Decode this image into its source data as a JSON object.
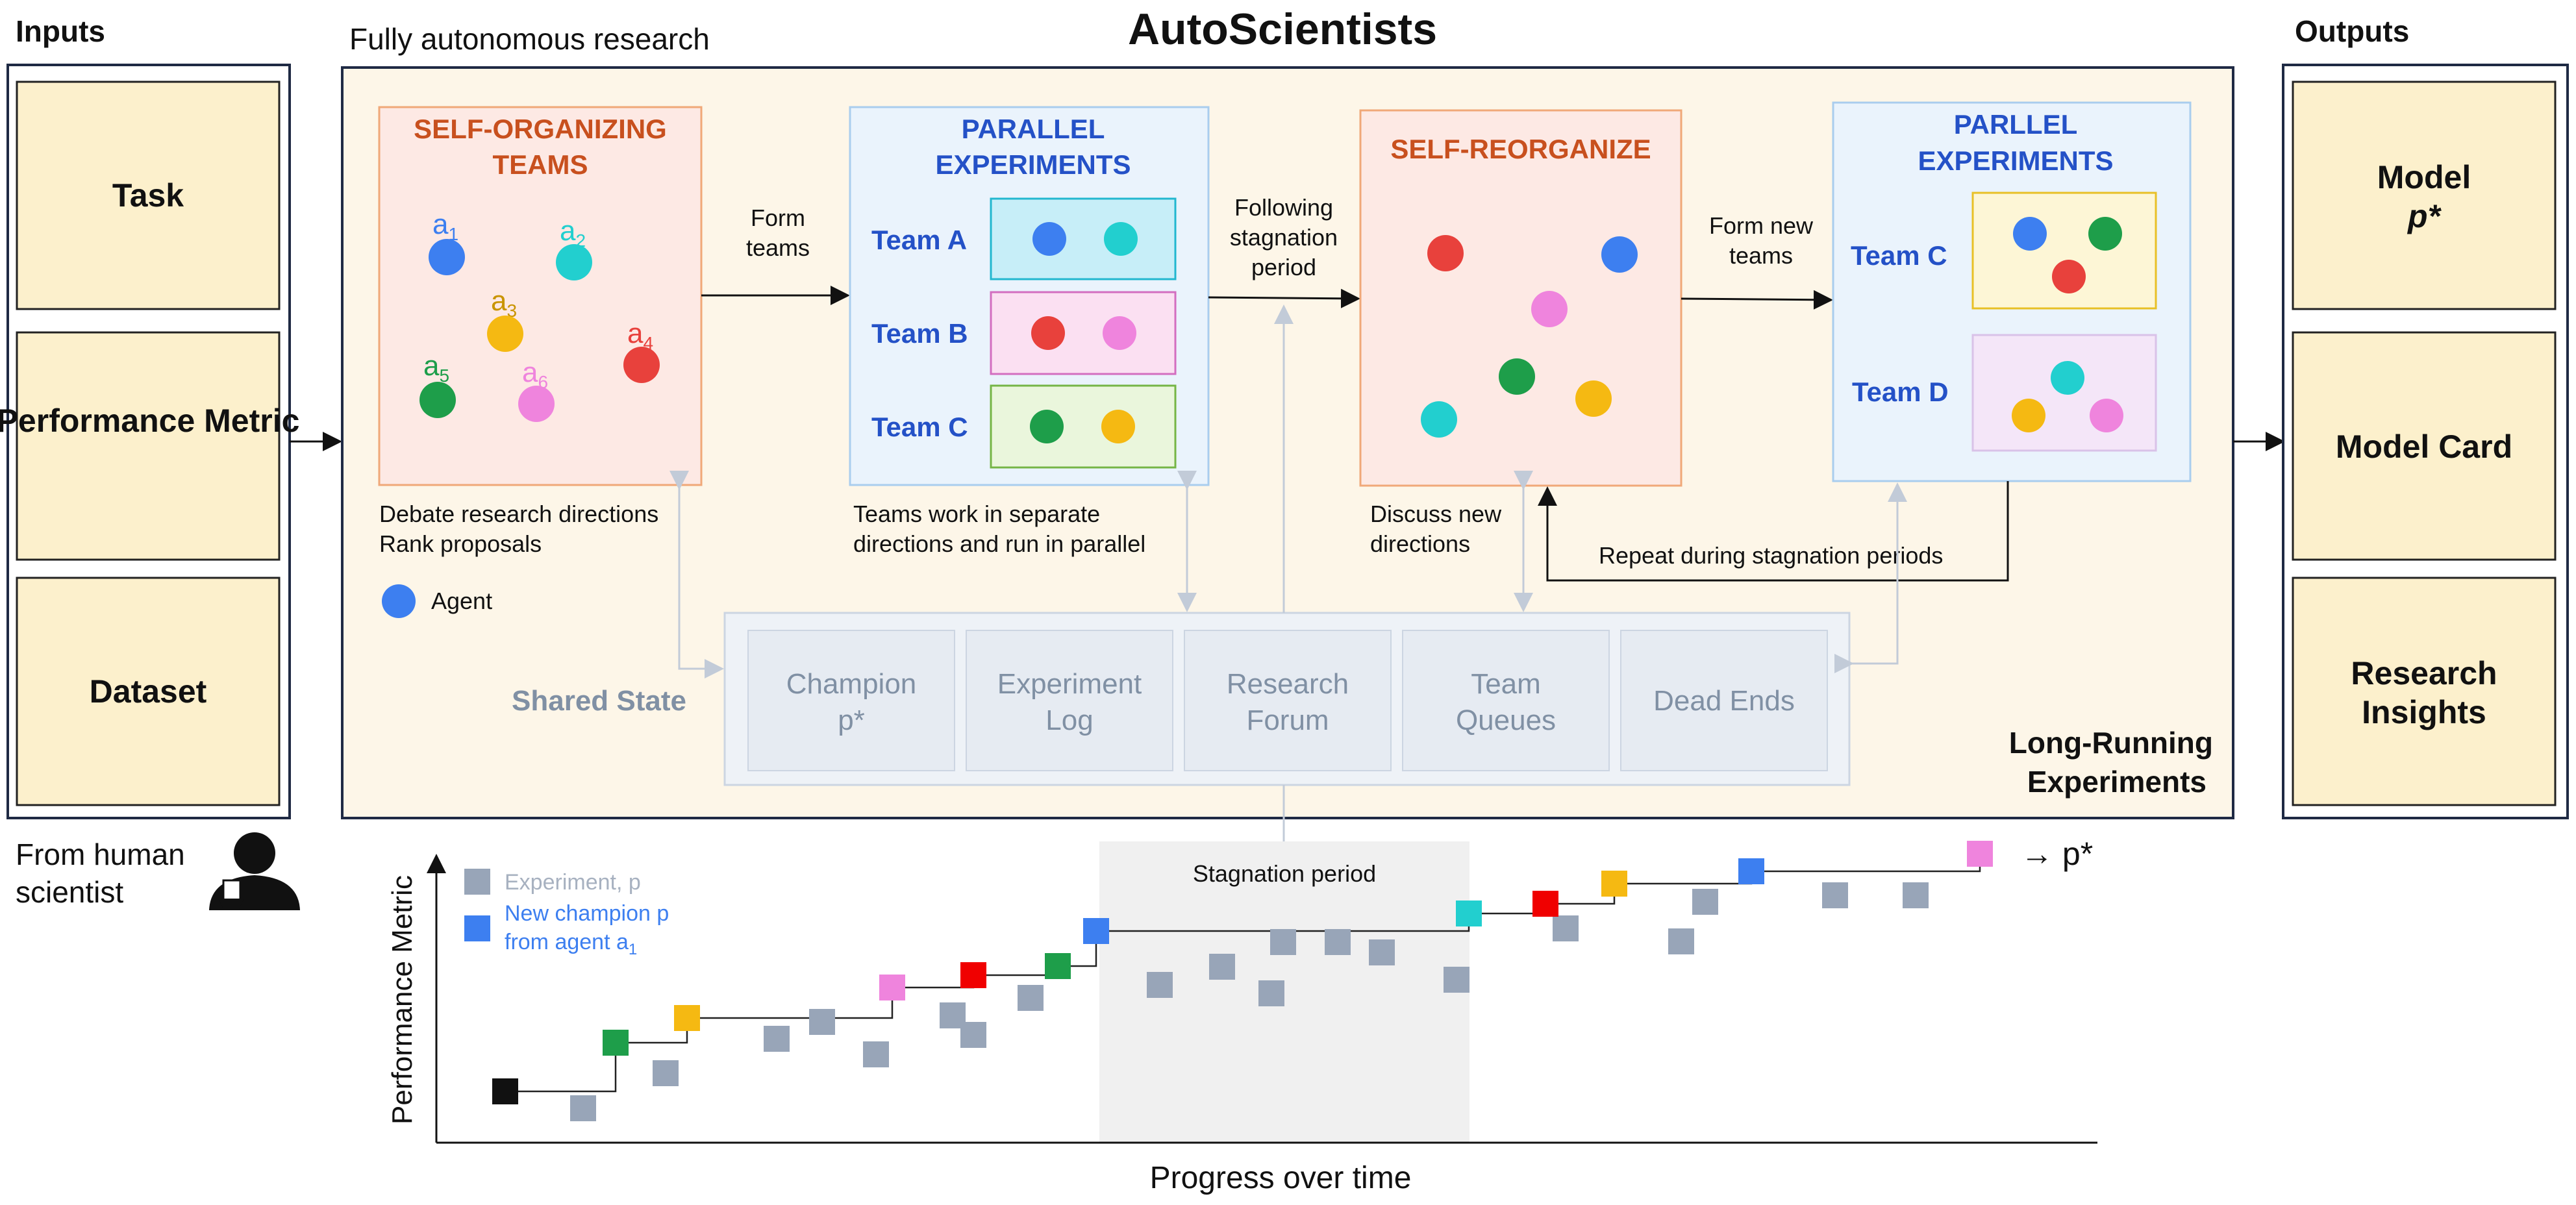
{
  "title": "AutoScientists",
  "inputs": {
    "heading": "Inputs",
    "items": [
      "Task",
      "Performance Metric",
      "Dataset"
    ],
    "source": {
      "line1": "From human",
      "line2": "scientist"
    }
  },
  "outputs": {
    "heading": "Outputs",
    "model": {
      "line1": "Model",
      "line2": "p*"
    },
    "model_card": "Model Card",
    "insights": {
      "line1": "Research",
      "line2": "Insights"
    }
  },
  "main": {
    "label": "Fully autonomous research",
    "long_running": {
      "line1": "Long-Running",
      "line2": "Experiments"
    }
  },
  "stages": {
    "self_organizing": {
      "title1": "SELF-ORGANIZING",
      "title2": "TEAMS",
      "agents": [
        {
          "base": "a",
          "sub": "1",
          "color": "#3d7ff0"
        },
        {
          "base": "a",
          "sub": "2",
          "color": "#22cfcf"
        },
        {
          "base": "a",
          "sub": "3",
          "color": "#f5b912"
        },
        {
          "base": "a",
          "sub": "4",
          "color": "#e8413c"
        },
        {
          "base": "a",
          "sub": "5",
          "color": "#1e9e4a"
        },
        {
          "base": "a",
          "sub": "6",
          "color": "#ef84dd"
        }
      ],
      "caption1": "Debate research directions",
      "caption2": "Rank proposals",
      "legend": "Agent"
    },
    "form_teams": {
      "line1": "Form",
      "line2": "teams"
    },
    "parallel1": {
      "title1": "PARALLEL",
      "title2": "EXPERIMENTS",
      "teams": [
        "Team A",
        "Team B",
        "Team C"
      ],
      "caption1": "Teams work in separate",
      "caption2": "directions and run in parallel"
    },
    "following": {
      "line1": "Following",
      "line2": "stagnation",
      "line3": "period"
    },
    "reorganize": {
      "title": "SELF-REORGANIZE",
      "caption1": "Discuss new",
      "caption2": "directions"
    },
    "form_new": {
      "line1": "Form new",
      "line2": "teams"
    },
    "parallel2": {
      "title1": "PARLLEL",
      "title2": "EXPERIMENTS",
      "teams": [
        "Team C",
        "Team D"
      ]
    },
    "repeat": "Repeat during stagnation periods"
  },
  "shared_state": {
    "label": "Shared State",
    "items": [
      {
        "line1": "Champion",
        "line2": "p*"
      },
      {
        "line1": "Experiment",
        "line2": "Log"
      },
      {
        "line1": "Research",
        "line2": "Forum"
      },
      {
        "line1": "Team",
        "line2": "Queues"
      },
      {
        "line1": "Dead Ends",
        "line2": ""
      }
    ]
  },
  "plot": {
    "ylabel": "Performance Metric",
    "xlabel": "Progress over time",
    "stagnation": "Stagnation period",
    "legend_experiment": "Experiment, p",
    "legend_champion1": "New champion p",
    "legend_champion2": "from agent a",
    "legend_champion_sub": "1",
    "end_label": "→ p*"
  },
  "colors": {
    "blue": "#3d7ff0",
    "cyan": "#22cfcf",
    "yellow": "#f5b912",
    "red": "#e8413c",
    "green": "#1e9e4a",
    "pink": "#ef84dd",
    "gray": "#98a5b8",
    "orange_title": "#c8501e",
    "blue_title": "#2451c7",
    "cream": "#fcf0cc",
    "navy": "#1f2a44"
  }
}
